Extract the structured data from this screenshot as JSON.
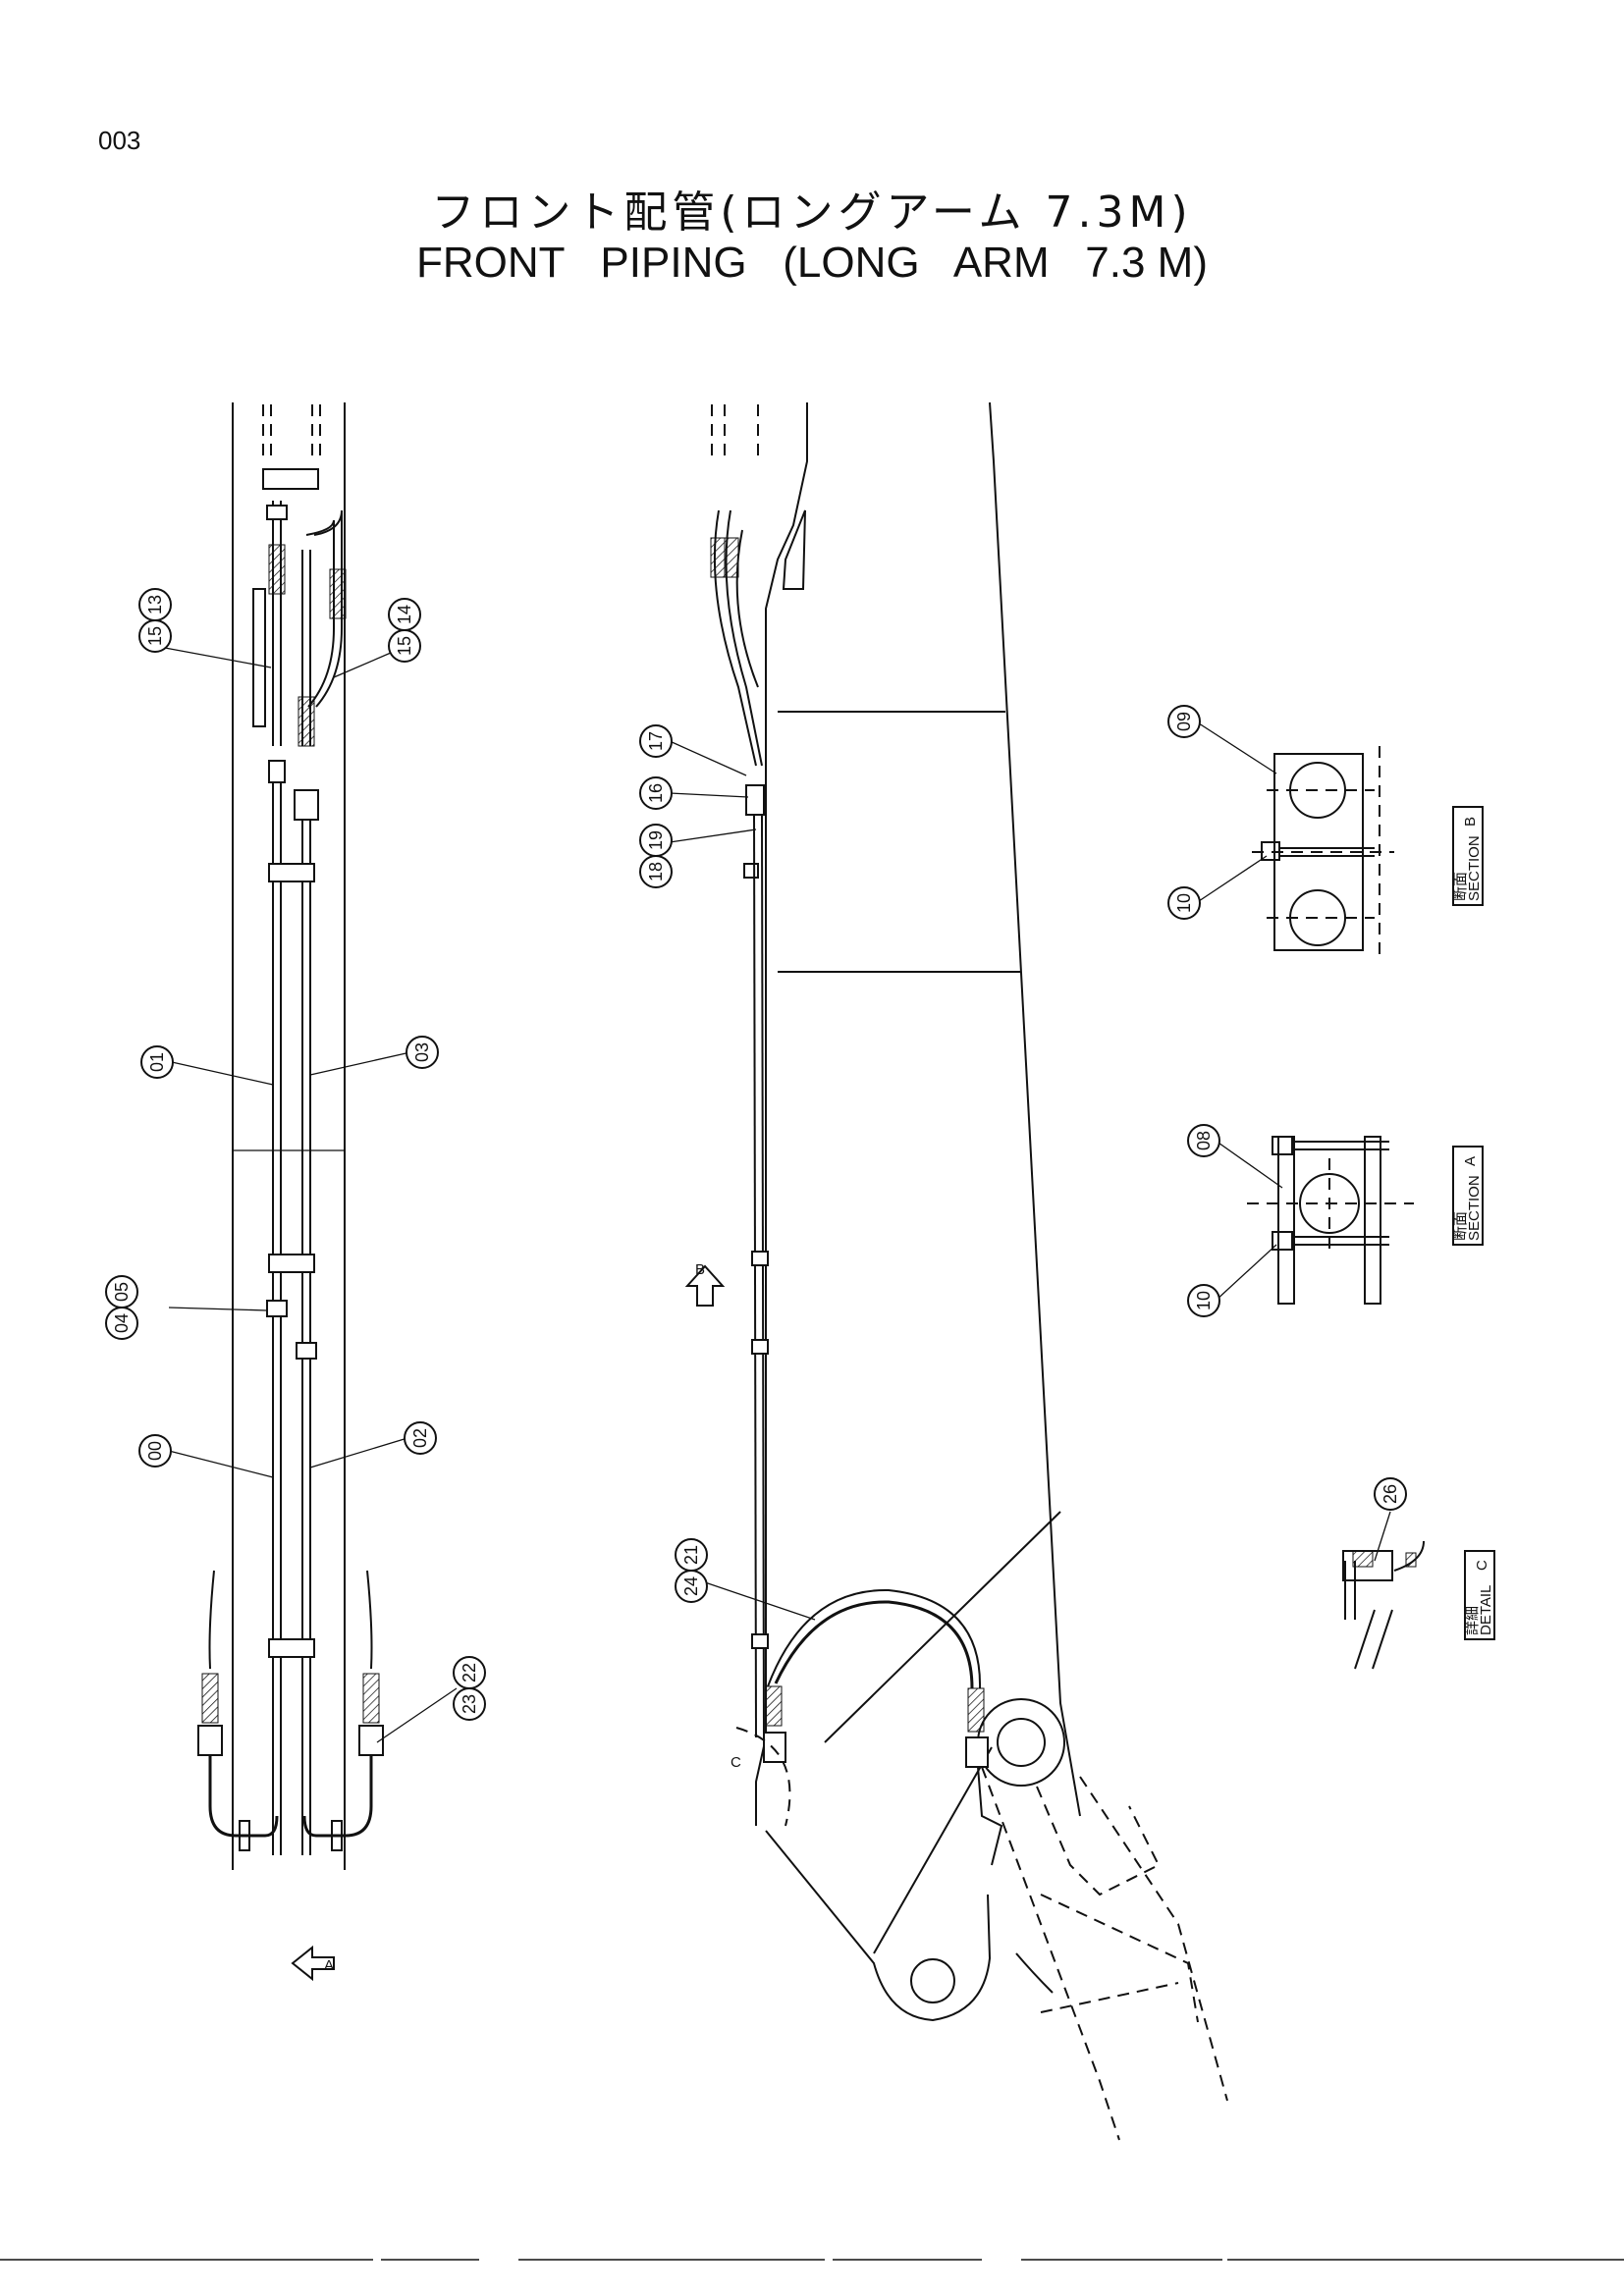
{
  "page": {
    "number": "003"
  },
  "title": {
    "japanese": "フロント配管(ロングアーム 7.3M)",
    "english": "FRONT   PIPING   (LONG   ARM   7.3 M)"
  },
  "callouts": {
    "c1315": [
      "13",
      "15"
    ],
    "c1415": [
      "14",
      "15"
    ],
    "c01": [
      "01"
    ],
    "c03": [
      "03"
    ],
    "c0504": [
      "05",
      "04"
    ],
    "c00": [
      "00"
    ],
    "c02": [
      "02"
    ],
    "c2223": [
      "22",
      "23"
    ],
    "c17": [
      "17"
    ],
    "c16": [
      "16"
    ],
    "c1918": [
      "19",
      "18"
    ],
    "c2124": [
      "21",
      "24"
    ],
    "c09": [
      "09"
    ],
    "c10a": [
      "10"
    ],
    "c08": [
      "08"
    ],
    "c10b": [
      "10"
    ],
    "c26": [
      "26"
    ]
  },
  "markers": {
    "view_a": "A",
    "view_b": "B",
    "view_c": "C"
  },
  "labels": {
    "section_b": {
      "jp": "断面",
      "en": "SECTION",
      "letter": "B"
    },
    "section_a": {
      "jp": "断面",
      "en": "SECTION",
      "letter": "A"
    },
    "detail_c": {
      "jp": "詳細",
      "en": "DETAIL",
      "letter": "C"
    }
  }
}
